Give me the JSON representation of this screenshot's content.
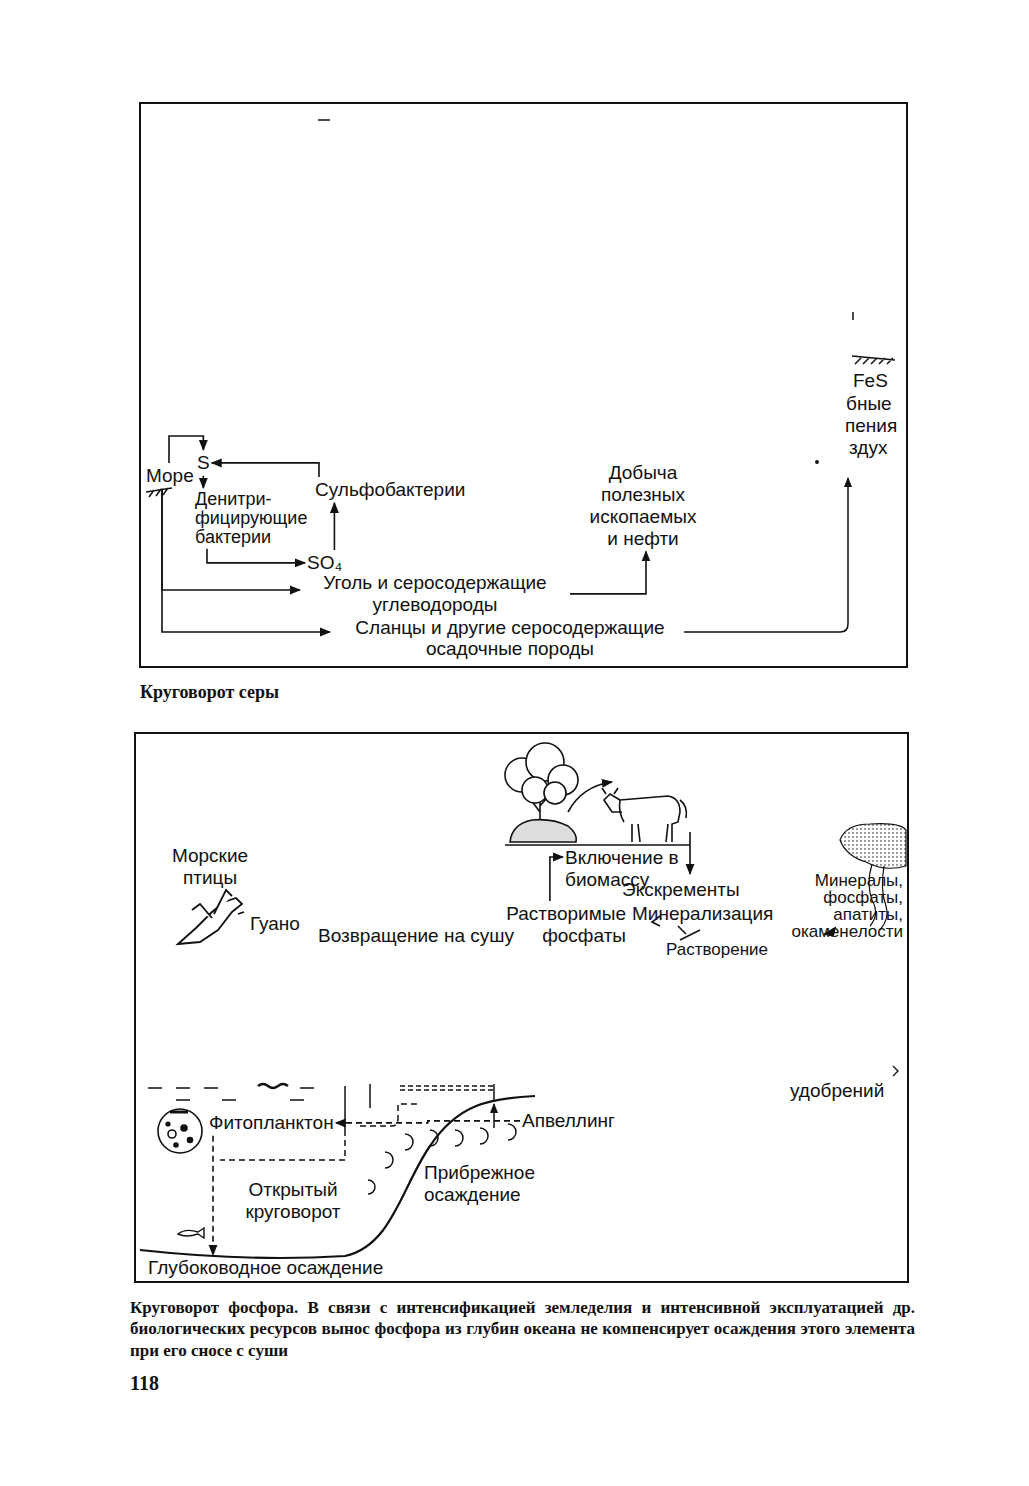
{
  "diagram": {
    "nodes": [
      {
        "text": [
          "Море"
        ]
      },
      {
        "text": [
          "S"
        ]
      },
      {
        "text": [
          "Денитри- фицирующие бактерии"
        ]
      },
      {
        "text": [
          "Сульфобактерии"
        ]
      },
      {
        "text": [
          "SO₄"
        ]
      },
      {
        "text": [
          "Уголь и серосодержащие углеводороды"
        ]
      },
      {
        "text": [
          "Добыча полезных ископаемых и нефти"
        ]
      },
      {
        "text": [
          "Сланцы и другие серосодержащие осадочные породы"
        ]
      },
      {
        "text": [
          "Морские птицы"
        ]
      },
      {
        "text": [
          "Гуано"
        ]
      },
      {
        "text": [
          "Возвращение на сушу"
        ]
      },
      {
        "text": [
          "Растворимые фосфаты"
        ]
      },
      {
        "text": [
          "Включение в биомассу"
        ]
      },
      {
        "text": [
          "Экскременты"
        ]
      },
      {
        "text": [
          "Минерализация"
        ]
      },
      {
        "text": [
          "Растворение"
        ]
      },
      {
        "text": [
          "Минералы, фосфаты, апатиты, окаменелости"
        ]
      },
      {
        "text": [
          "Фитопланктон"
        ]
      },
      {
        "text": [
          "Апвеллинг"
        ]
      },
      {
        "text": [
          "Прибрежное осаждение"
        ]
      },
      {
        "text": [
          "Открытый круговорот"
        ]
      },
      {
        "text": [
          "Глубоководное осаждение"
        ]
      }
    ],
    "edges": [
      {
        "from": 1,
        "to": 2,
        "arrow": "to"
      },
      {
        "from": 2,
        "to": 4,
        "arrow": "to"
      },
      {
        "from": 4,
        "to": 3,
        "arrow": "to"
      },
      {
        "from": 3,
        "to": 1,
        "arrow": "to"
      },
      {
        "from": 0,
        "to": 1,
        "arrow": "to"
      },
      {
        "from": 0,
        "to": 5,
        "arrow": "to"
      },
      {
        "from": 0,
        "to": 7,
        "arrow": "to"
      },
      {
        "from": 5,
        "to": 6,
        "arrow": "to"
      },
      {
        "from": 11,
        "to": 12,
        "arrow": "to"
      },
      {
        "from": 18,
        "to": 17,
        "arrow": "to"
      },
      {
        "from": 17,
        "to": 21,
        "arrow": "to"
      }
    ],
    "labels": [
      "FeS",
      "бные",
      "пения",
      "здух",
      "удобрений",
      "Круговорот серы",
      "Круговорот фосфора. В связи с интенсификацией земледелия и интенсивной эксплуатацией др. биологических ресурсов вынос фосфора из глубин океана не компенсирует осаждения этого элемента при его сносе с суши",
      "118"
    ]
  }
}
